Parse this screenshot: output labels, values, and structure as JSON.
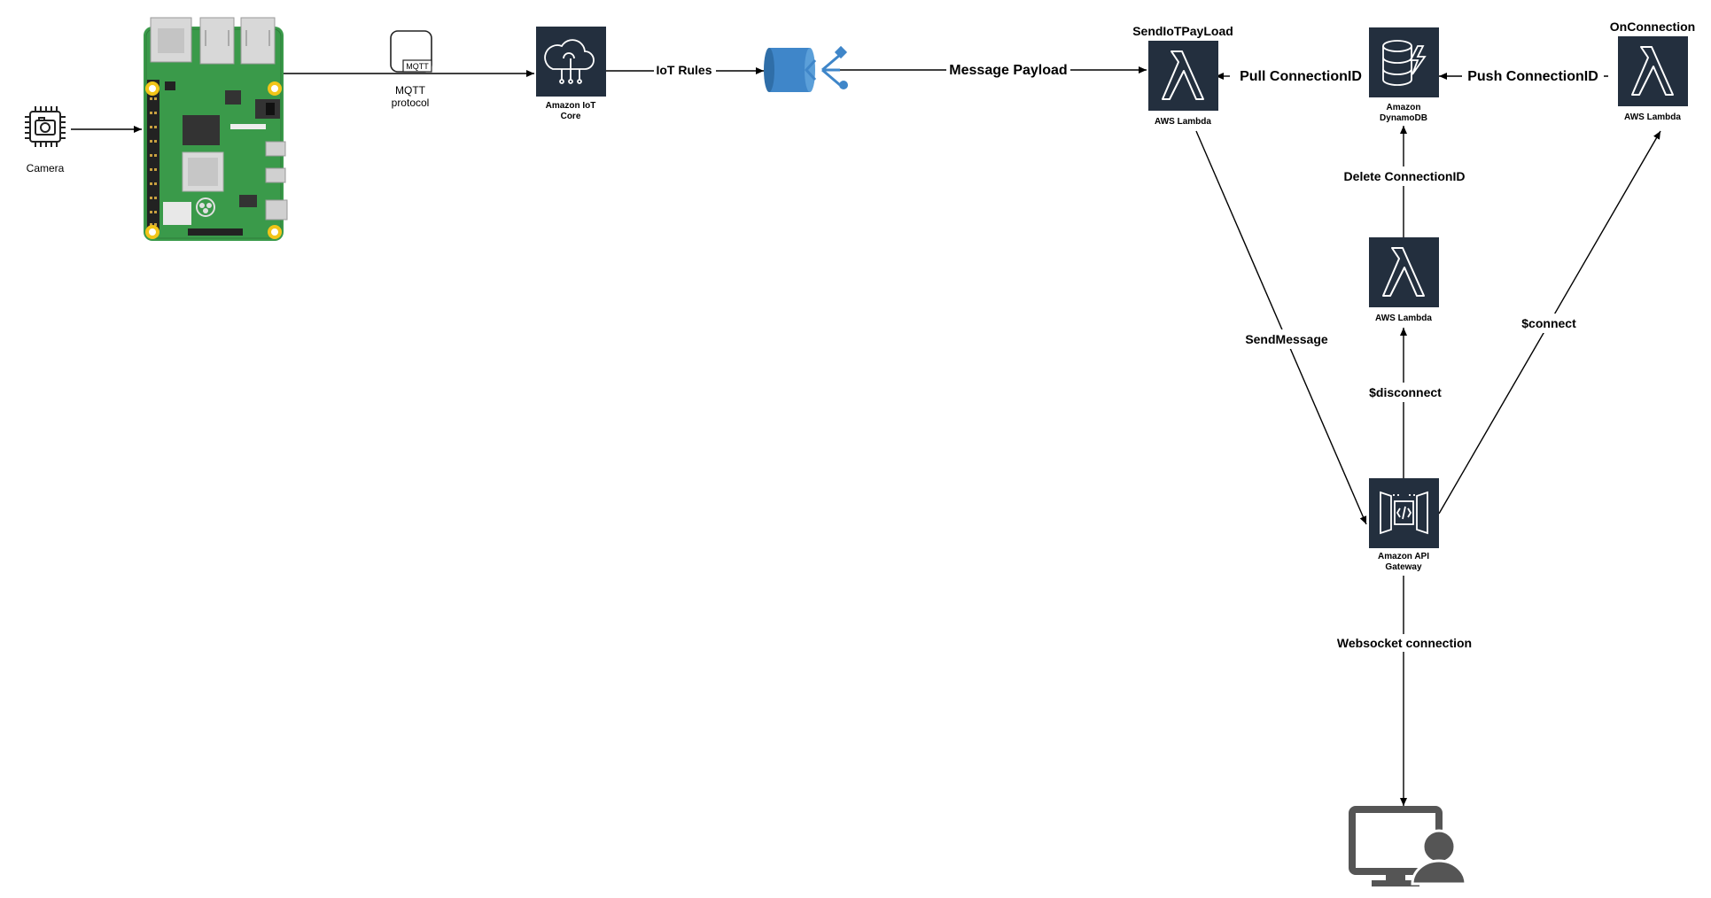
{
  "nodes": {
    "camera": {
      "label": "Camera"
    },
    "mqtt": {
      "badge": "MQTT",
      "label_line1": "MQTT",
      "label_line2": "protocol"
    },
    "iot_core": {
      "label_line1": "Amazon IoT",
      "label_line2": "Core"
    },
    "lambda_send": {
      "title": "SendIoTPayLoad",
      "label": "AWS Lambda"
    },
    "dynamodb": {
      "label_line1": "Amazon",
      "label_line2": "DynamoDB"
    },
    "lambda_onconnect": {
      "title": "OnConnection",
      "label": "AWS Lambda"
    },
    "lambda_disconnect": {
      "label": "AWS Lambda"
    },
    "api_gateway": {
      "label_line1": "Amazon API",
      "label_line2": "Gateway"
    }
  },
  "edges": {
    "iot_rules": "IoT Rules",
    "message_payload": "Message Payload",
    "pull_connection": "Pull ConnectionID",
    "push_connection": "Push ConnectionID",
    "delete_connection": "Delete ConnectionID",
    "send_message": "SendMessage",
    "disconnect": "$disconnect",
    "connect": "$connect",
    "websocket": "Websocket connection"
  },
  "colors": {
    "aws_dark": "#232f3e",
    "pcb_green": "#3a9a4a",
    "sns_blue": "#3f86c9",
    "monitor_gray": "#555555"
  }
}
